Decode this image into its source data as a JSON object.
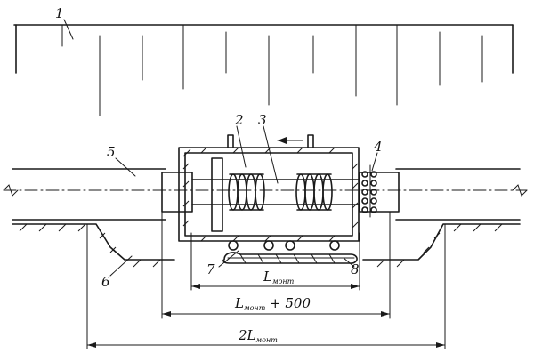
{
  "labels": {
    "l1": "1",
    "l2": "2",
    "l3": "3",
    "l4": "4",
    "l5": "5",
    "l6": "6",
    "l7": "7",
    "l8": "8"
  },
  "dimensions": {
    "inner_main": "L",
    "inner_sub": "монт",
    "middle_main": "L",
    "middle_sub": "монт",
    "middle_suffix": " + 500",
    "outer_prefix": "2L",
    "outer_sub": "монт"
  }
}
